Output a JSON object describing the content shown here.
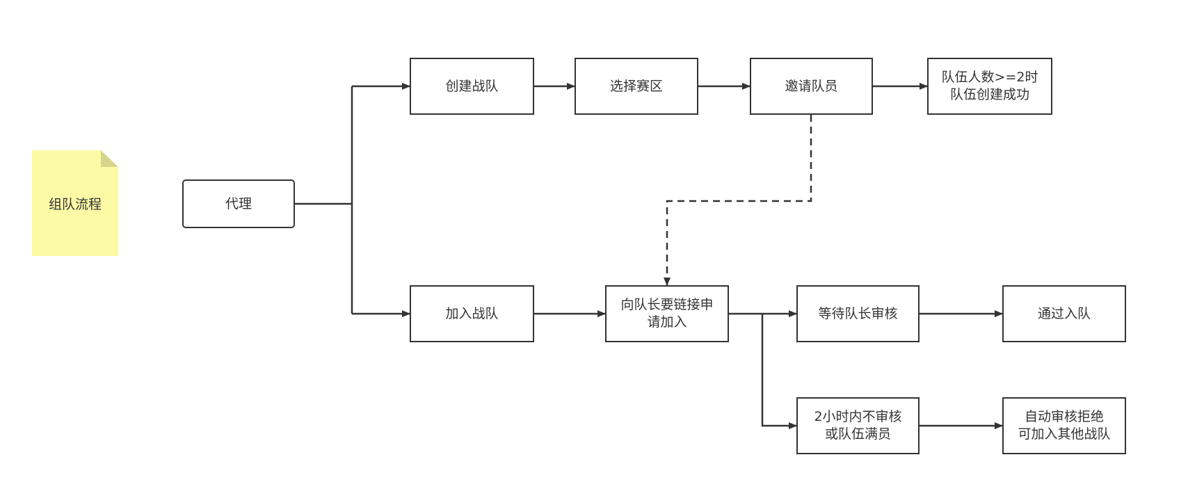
{
  "note": {
    "label": "组队流程"
  },
  "nodes": {
    "agent": "代理",
    "create_team": "创建战队",
    "select_region": "选择赛区",
    "invite_members": "邀请队员",
    "team_created": "队伍人数>=2时\n队伍创建成功",
    "join_team": "加入战队",
    "request_link": "向队长要链接申\n请加入",
    "wait_review": "等待队长审核",
    "approved": "通过入队",
    "timeout": "2小时内不审核\n或队伍满员",
    "auto_reject": "自动审核拒绝\n可加入其他战队"
  },
  "colors": {
    "stroke": "#333333",
    "note_fill": "#fdfaa6",
    "note_fold": "#d7d48c",
    "background": "#ffffff"
  }
}
